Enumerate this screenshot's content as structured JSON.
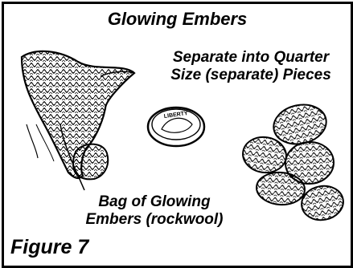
{
  "figure": {
    "title": "Glowing Embers",
    "separate_label": "Separate into Quarter Size (separate) Pieces",
    "bag_label": "Bag of Glowing Embers (rockwool)",
    "figure_label": "Figure 7",
    "coin_text": "LIBERTY"
  },
  "colors": {
    "ink": "#000000",
    "paper": "#ffffff"
  }
}
